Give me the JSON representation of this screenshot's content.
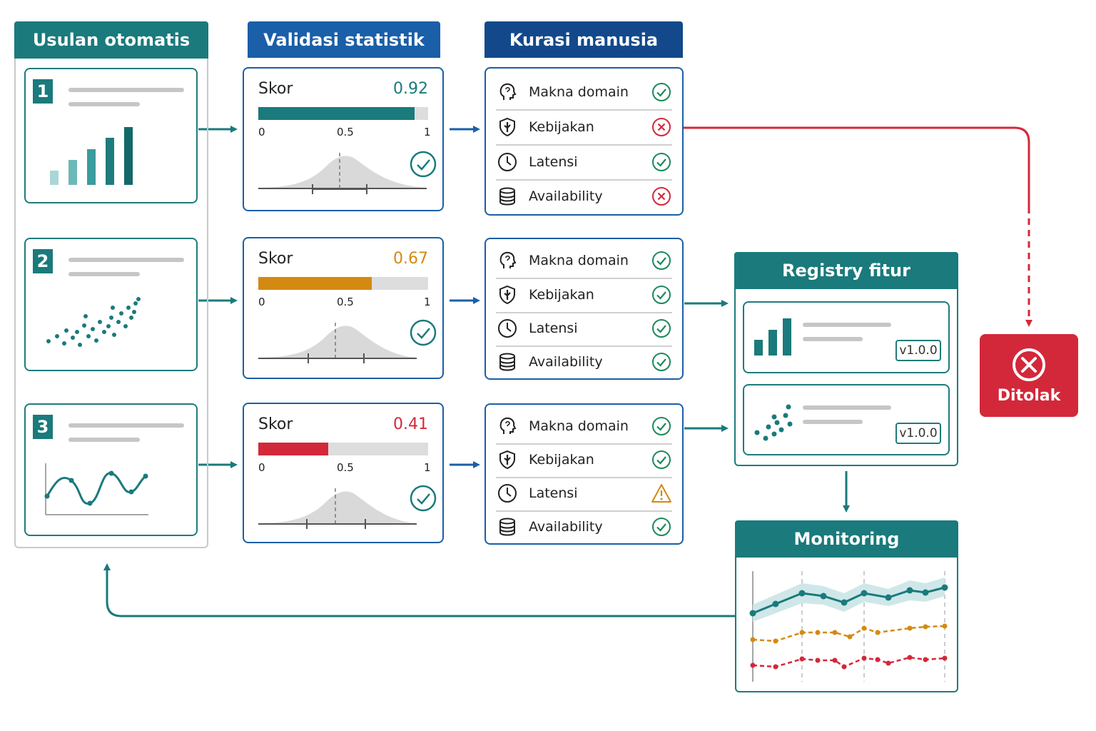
{
  "stages": {
    "proposals_title": "Usulan otomatis",
    "validation_title": "Validasi statistik",
    "curation_title": "Kurasi manusia",
    "registry_title": "Registry fitur",
    "monitoring_title": "Monitoring",
    "rejected_label": "Ditolak"
  },
  "proposals": [
    {
      "number": "1",
      "chart": "bar"
    },
    {
      "number": "2",
      "chart": "scatter"
    },
    {
      "number": "3",
      "chart": "wave"
    }
  ],
  "validations": [
    {
      "label": "Skor",
      "score": "0.92",
      "value": 0.92,
      "color": "#1a7a7c",
      "passed": true
    },
    {
      "label": "Skor",
      "score": "0.67",
      "value": 0.67,
      "color": "#d48a12",
      "passed": true
    },
    {
      "label": "Skor",
      "score": "0.41",
      "value": 0.41,
      "color": "#d3283a",
      "passed": true
    }
  ],
  "axis": {
    "min": "0",
    "mid": "0.5",
    "max": "1"
  },
  "curations": [
    {
      "rows": [
        {
          "icon": "head-icon",
          "label": "Makna domain",
          "status": "ok"
        },
        {
          "icon": "shield-icon",
          "label": "Kebijakan",
          "status": "fail"
        },
        {
          "icon": "clock-icon",
          "label": "Latensi",
          "status": "ok"
        },
        {
          "icon": "database-icon",
          "label": "Availability",
          "status": "fail"
        }
      ]
    },
    {
      "rows": [
        {
          "icon": "head-icon",
          "label": "Makna domain",
          "status": "ok"
        },
        {
          "icon": "shield-icon",
          "label": "Kebijakan",
          "status": "ok"
        },
        {
          "icon": "clock-icon",
          "label": "Latensi",
          "status": "ok"
        },
        {
          "icon": "database-icon",
          "label": "Availability",
          "status": "ok"
        }
      ]
    },
    {
      "rows": [
        {
          "icon": "head-icon",
          "label": "Makna domain",
          "status": "ok"
        },
        {
          "icon": "shield-icon",
          "label": "Kebijakan",
          "status": "ok"
        },
        {
          "icon": "clock-icon",
          "label": "Latensi",
          "status": "warning"
        },
        {
          "icon": "database-icon",
          "label": "Availability",
          "status": "ok"
        }
      ]
    }
  ],
  "registry": [
    {
      "version": "v1.0.0",
      "chart": "bar"
    },
    {
      "version": "v1.0.0",
      "chart": "scatter"
    }
  ],
  "colors": {
    "teal": "#1a7a7c",
    "blue": "#1a5fa8",
    "navy": "#13498a",
    "red": "#d3283a",
    "orange": "#d48a12",
    "ok": "#1b8a5a"
  }
}
